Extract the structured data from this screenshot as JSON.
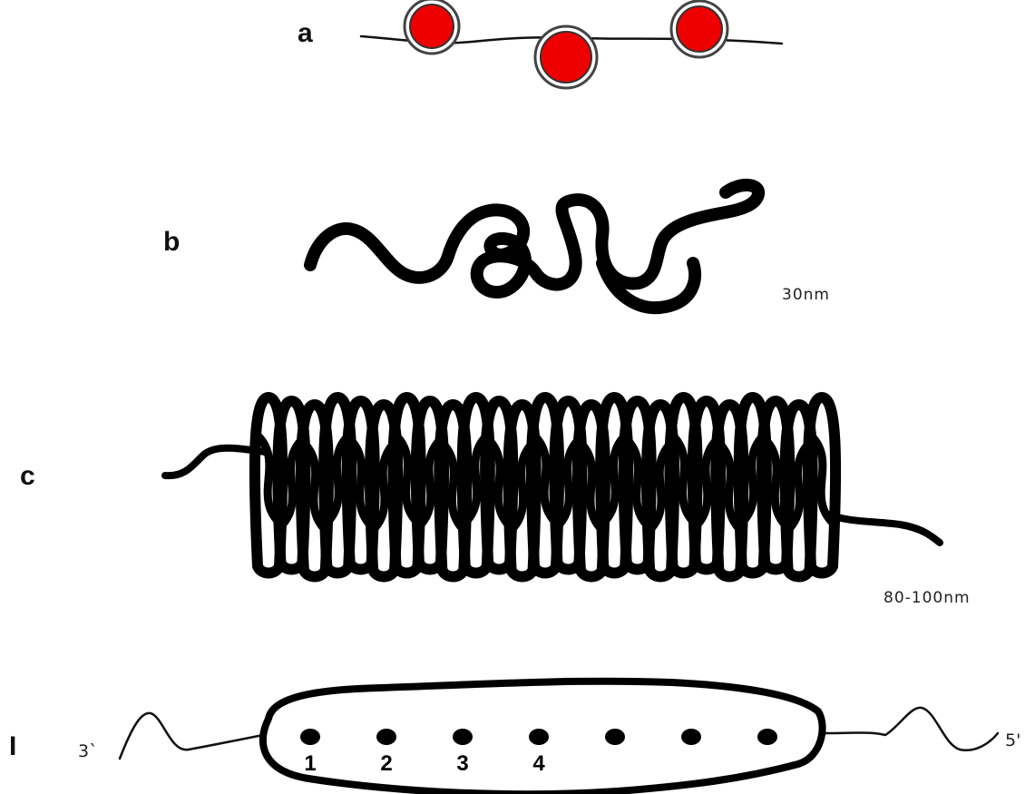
{
  "panels": {
    "a": {
      "label": "a"
    },
    "b": {
      "label": "b",
      "size_label": "30nm"
    },
    "c": {
      "label": "c",
      "size_label": "80-100nm"
    },
    "d": {
      "label": "I",
      "left_end_label": "3`",
      "right_end_label": "5'",
      "dot_numbers": [
        "1",
        "2",
        "3",
        "4"
      ],
      "dot_count": 7
    }
  },
  "colors": {
    "nucleosome_fill": "#ee0000",
    "nucleosome_ring": "#444444",
    "strand": "#000000",
    "background": "#ffffff"
  }
}
